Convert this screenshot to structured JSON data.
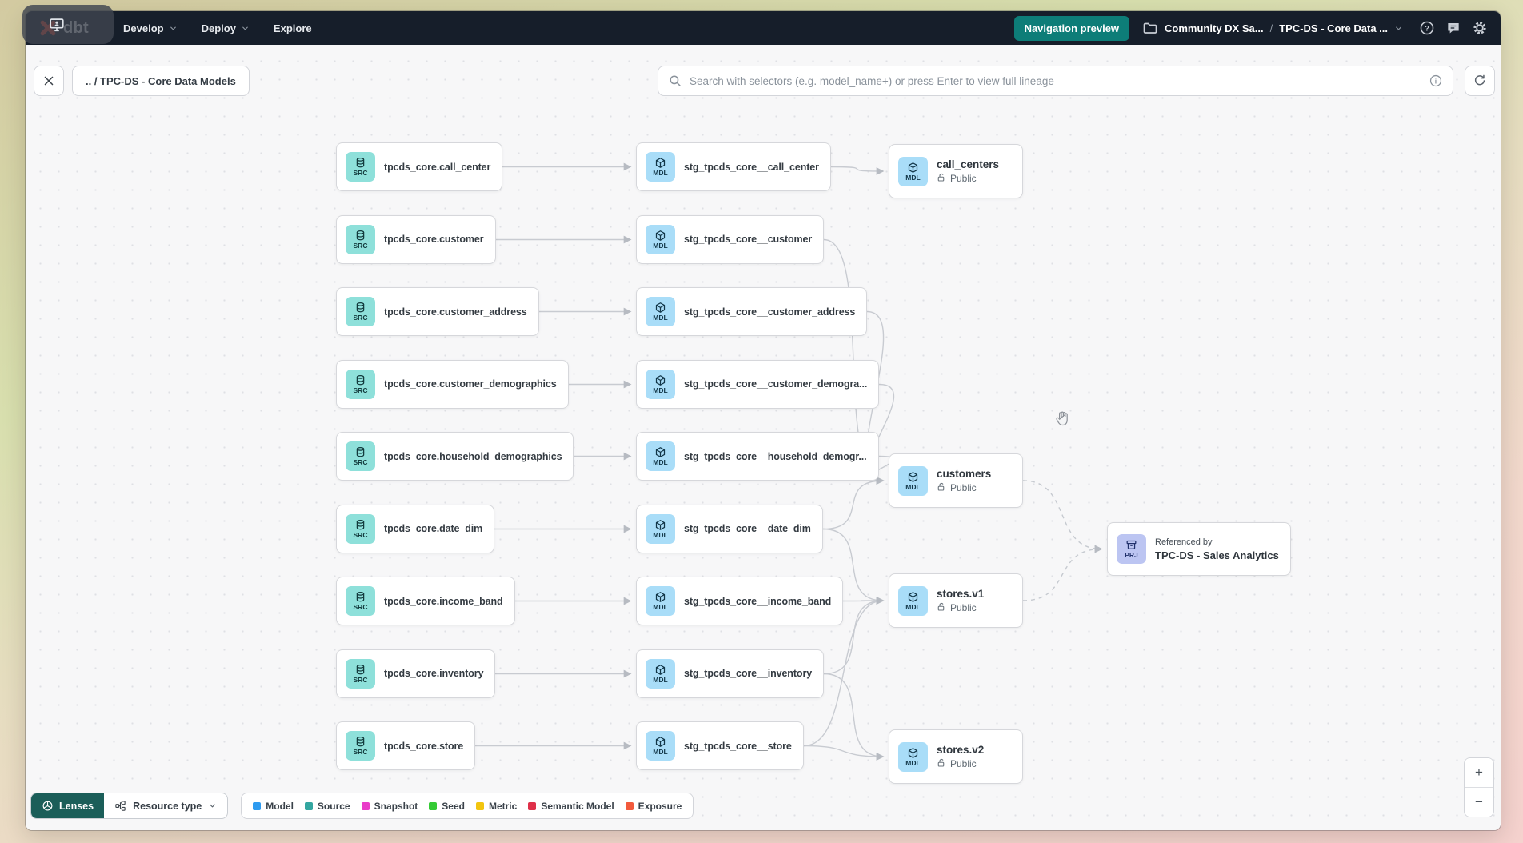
{
  "nav": {
    "brand": "dbt",
    "links": [
      {
        "label": "Develop",
        "chevron": true
      },
      {
        "label": "Deploy",
        "chevron": true
      },
      {
        "label": "Explore",
        "chevron": false
      }
    ],
    "preview_button_label": "Navigation preview",
    "project_label": "Community DX Sa...",
    "path_separator": "/",
    "environment_label": "TPC-DS - Core Data ..."
  },
  "toolbar": {
    "breadcrumb": ".. / TPC-DS - Core Data Models",
    "search_placeholder": "Search with selectors (e.g. model_name+) or press Enter to view full lineage"
  },
  "graph": {
    "badges": {
      "source": "SRC",
      "model": "MDL",
      "project": "PRJ"
    },
    "sources": [
      {
        "id": "src0",
        "label": "tpcds_core.call_center"
      },
      {
        "id": "src1",
        "label": "tpcds_core.customer"
      },
      {
        "id": "src2",
        "label": "tpcds_core.customer_address"
      },
      {
        "id": "src3",
        "label": "tpcds_core.customer_demographics"
      },
      {
        "id": "src4",
        "label": "tpcds_core.household_demographics"
      },
      {
        "id": "src5",
        "label": "tpcds_core.date_dim"
      },
      {
        "id": "src6",
        "label": "tpcds_core.income_band"
      },
      {
        "id": "src7",
        "label": "tpcds_core.inventory"
      },
      {
        "id": "src8",
        "label": "tpcds_core.store"
      }
    ],
    "staging": [
      {
        "id": "stg0",
        "label": "stg_tpcds_core__call_center"
      },
      {
        "id": "stg1",
        "label": "stg_tpcds_core__customer"
      },
      {
        "id": "stg2",
        "label": "stg_tpcds_core__customer_address"
      },
      {
        "id": "stg3",
        "label": "stg_tpcds_core__customer_demogra..."
      },
      {
        "id": "stg4",
        "label": "stg_tpcds_core__household_demogr..."
      },
      {
        "id": "stg5",
        "label": "stg_tpcds_core__date_dim"
      },
      {
        "id": "stg6",
        "label": "stg_tpcds_core__income_band"
      },
      {
        "id": "stg7",
        "label": "stg_tpcds_core__inventory"
      },
      {
        "id": "stg8",
        "label": "stg_tpcds_core__store"
      }
    ],
    "models": [
      {
        "id": "mdl0",
        "name": "call_centers",
        "visibility": "Public"
      },
      {
        "id": "mdl1",
        "name": "customers",
        "visibility": "Public"
      },
      {
        "id": "mdl2",
        "name": "stores.v1",
        "visibility": "Public"
      },
      {
        "id": "mdl3",
        "name": "stores.v2",
        "visibility": "Public"
      }
    ],
    "project_node": {
      "id": "prj0",
      "kicker": "Referenced by",
      "title": "TPC-DS - Sales Analytics"
    },
    "edges": [
      {
        "from": "src0",
        "to": "stg0",
        "style": "straight"
      },
      {
        "from": "src1",
        "to": "stg1",
        "style": "straight"
      },
      {
        "from": "src2",
        "to": "stg2",
        "style": "straight"
      },
      {
        "from": "src3",
        "to": "stg3",
        "style": "straight"
      },
      {
        "from": "src4",
        "to": "stg4",
        "style": "straight"
      },
      {
        "from": "src5",
        "to": "stg5",
        "style": "straight"
      },
      {
        "from": "src6",
        "to": "stg6",
        "style": "straight"
      },
      {
        "from": "src7",
        "to": "stg7",
        "style": "straight"
      },
      {
        "from": "src8",
        "to": "stg8",
        "style": "straight"
      },
      {
        "from": "stg0",
        "to": "mdl0",
        "style": "curved"
      },
      {
        "from": "stg1",
        "to": "mdl1",
        "style": "curved"
      },
      {
        "from": "stg2",
        "to": "mdl1",
        "style": "curved"
      },
      {
        "from": "stg3",
        "to": "mdl1",
        "style": "curved"
      },
      {
        "from": "stg4",
        "to": "mdl1",
        "style": "curved"
      },
      {
        "from": "stg5",
        "to": "mdl1",
        "style": "curved"
      },
      {
        "from": "stg5",
        "to": "mdl2",
        "style": "curved"
      },
      {
        "from": "stg6",
        "to": "mdl2",
        "style": "curved"
      },
      {
        "from": "stg7",
        "to": "mdl2",
        "style": "curved"
      },
      {
        "from": "stg8",
        "to": "mdl2",
        "style": "curved"
      },
      {
        "from": "stg7",
        "to": "mdl3",
        "style": "curved"
      },
      {
        "from": "stg8",
        "to": "mdl3",
        "style": "curved"
      },
      {
        "from": "mdl1",
        "to": "prj0",
        "style": "dashed"
      },
      {
        "from": "mdl2",
        "to": "prj0",
        "style": "dashed"
      }
    ]
  },
  "legend": {
    "lenses_label": "Lenses",
    "resource_type_label": "Resource type",
    "items": [
      {
        "label": "Model",
        "color": "#2e9bf0"
      },
      {
        "label": "Source",
        "color": "#33a6a0"
      },
      {
        "label": "Snapshot",
        "color": "#e93cc8"
      },
      {
        "label": "Seed",
        "color": "#35cb35"
      },
      {
        "label": "Metric",
        "color": "#f2c50f"
      },
      {
        "label": "Semantic Model",
        "color": "#df3049"
      },
      {
        "label": "Exposure",
        "color": "#f25a3c"
      }
    ]
  },
  "zoom_controls": {
    "zoom_in": "+",
    "zoom_out": "−"
  }
}
